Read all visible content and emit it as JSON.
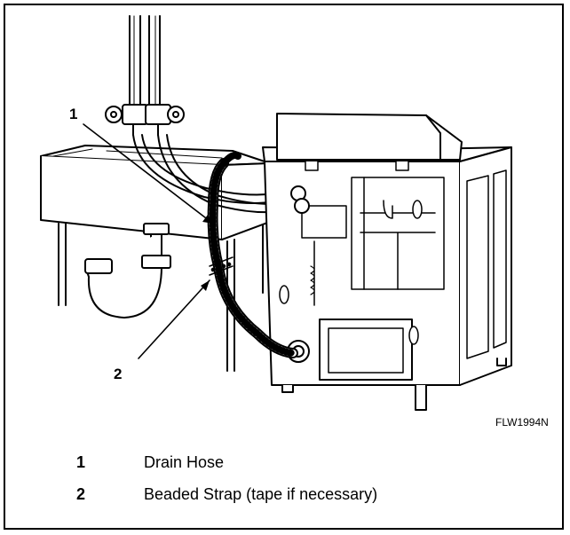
{
  "figure": {
    "callouts": [
      {
        "number": "1"
      },
      {
        "number": "2"
      }
    ],
    "figure_code": "FLW1994N",
    "icons": [
      "washer-illustration",
      "sink-illustration",
      "drain-hose-illustration",
      "beaded-strap-illustration"
    ]
  },
  "legend": [
    {
      "number": "1",
      "label": "Drain Hose"
    },
    {
      "number": "2",
      "label": "Beaded Strap (tape if necessary)"
    }
  ]
}
